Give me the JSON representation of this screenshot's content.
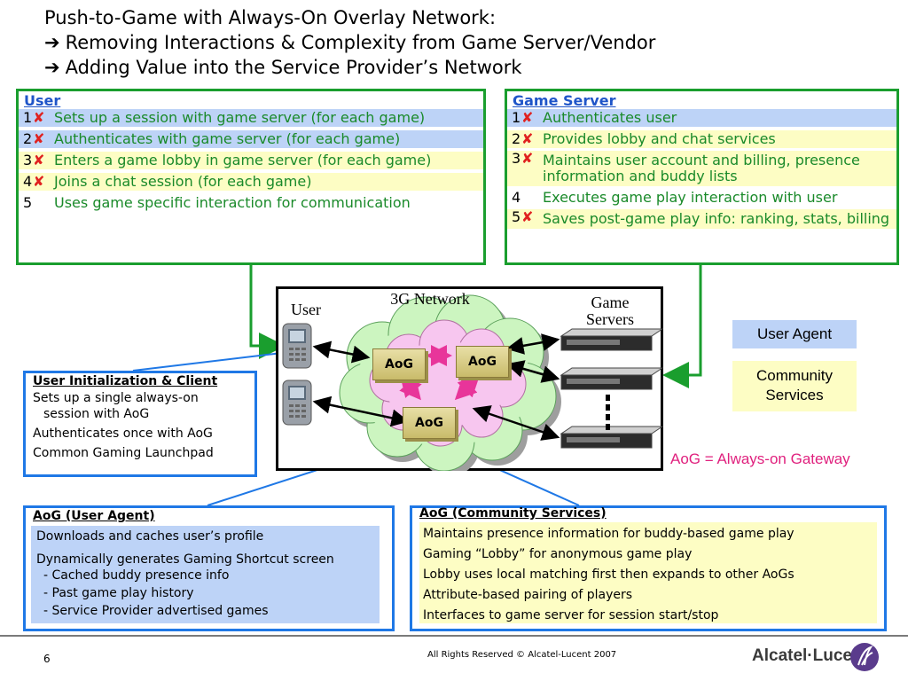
{
  "title": {
    "line1": "Push-to-Game with Always-On Overlay Network:",
    "arrow": "➔",
    "line2": "Removing Interactions & Complexity from Game Server/Vendor",
    "line3": "Adding Value into the Service Provider’s Network"
  },
  "user_box": {
    "header": "User",
    "items": [
      {
        "num": "1",
        "text": "Sets up a session with game server (for each game)",
        "mark": "✘"
      },
      {
        "num": "2",
        "text": "Authenticates with game server (for each game)",
        "mark": "✘"
      },
      {
        "num": "3",
        "text": "Enters a game lobby in game server (for each game)",
        "mark": "✘"
      },
      {
        "num": "4",
        "text": "Joins a chat session (for each game)",
        "mark": "✘"
      },
      {
        "num": "5",
        "text": "Uses game specific interaction for communication",
        "mark": ""
      }
    ]
  },
  "server_box": {
    "header": "Game Server",
    "items": [
      {
        "num": "1",
        "text": "Authenticates user",
        "mark": "✘"
      },
      {
        "num": "2",
        "text": "Provides lobby and chat services",
        "mark": "✘"
      },
      {
        "num": "3",
        "text": "Maintains user account and billing, presence information and buddy lists",
        "mark": "✘"
      },
      {
        "num": "4",
        "text": "Executes game play interaction with user",
        "mark": ""
      },
      {
        "num": "5",
        "text": "Saves post-game play info: ranking, stats, billing",
        "mark": "✘"
      }
    ]
  },
  "network": {
    "cloud_label": "3G Network",
    "user_label": "User",
    "servers_label_1": "Game",
    "servers_label_2": "Servers",
    "aog_label": "AoG"
  },
  "legend": {
    "user_agent": "User Agent",
    "community_1": "Community",
    "community_2": "Services",
    "aog_def": "AoG = Always-on Gateway"
  },
  "user_init": {
    "header": "User Initialization & Client",
    "lines": [
      "Sets up a single always-on",
      "session with AoG",
      "Authenticates once with AoG",
      "Common Gaming Launchpad"
    ]
  },
  "aog_user_agent": {
    "header": "AoG (User Agent)",
    "lines": [
      "Downloads and caches user’s profile",
      "Dynamically generates Gaming Shortcut screen",
      "- Cached buddy presence info",
      "- Past game play history",
      "- Service Provider advertised games"
    ]
  },
  "aog_community": {
    "header": "AoG (Community Services)",
    "lines": [
      "Maintains presence information for buddy-based game play",
      "Gaming “Lobby” for anonymous game play",
      "Lobby uses local matching first then expands to other AoGs",
      "Attribute-based pairing of players",
      "Interfaces to game server for session start/stop"
    ]
  },
  "footer": {
    "page": "6",
    "copyright": "All Rights Reserved © Alcatel-Lucent 2007",
    "brand": "Alcatel·Lucent"
  },
  "colors": {
    "green_border": "#1a9e2e",
    "blue_border": "#1f78e6",
    "blue_fill": "#bdd3f7",
    "yellow_fill": "#fdfdc4",
    "x_red": "#e0211f",
    "magenta": "#e8359a"
  }
}
